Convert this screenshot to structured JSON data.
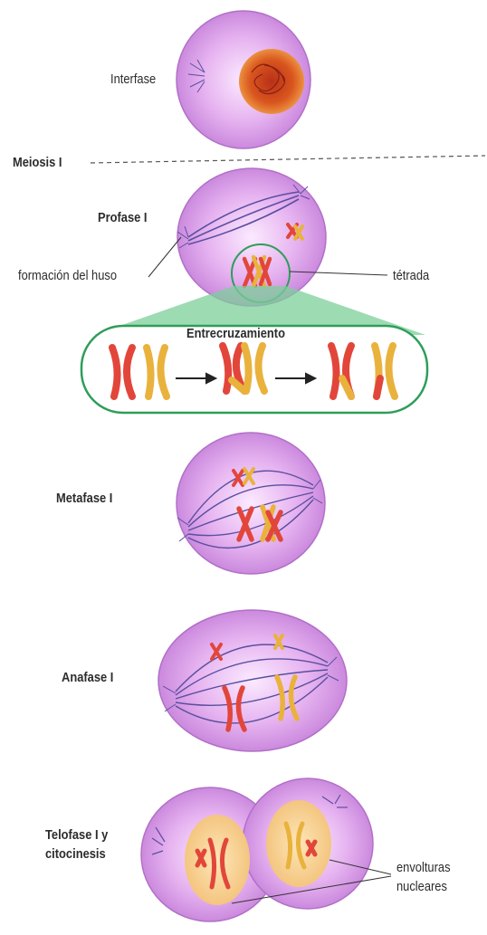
{
  "labels": {
    "interfase": "Interfase",
    "meiosis": "Meiosis I",
    "profase": "Profase I",
    "huso": "formación del huso",
    "tetrada": "tétrada",
    "entrecruzamiento": "Entrecruzamiento",
    "metafase": "Metafase I",
    "anafase": "Anafase I",
    "telofase": "Telofase I y\ncitocinesis",
    "envolturas": "envolturas\nnucleares"
  },
  "colors": {
    "cell_fill": "#dd9ee8",
    "cell_edge": "#b26fc7",
    "spindle": "#5a4fa0",
    "chromosome_red": "#e2463a",
    "chromosome_yellow": "#e9b23c",
    "nucleus": "#f7cf8a",
    "inset_border": "#2f9d5a",
    "inset_wedge": "#7ccf9a",
    "text": "#2c2c2c"
  }
}
